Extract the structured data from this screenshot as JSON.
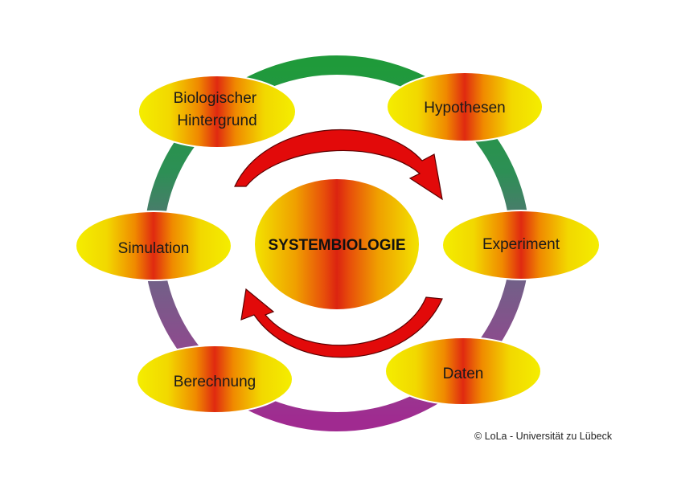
{
  "diagram": {
    "center": "SYSTEMBIOLOGIE",
    "nodes": [
      {
        "id": "biologischer-hintergrund",
        "lines": [
          "Biologischer",
          "Hintergrund"
        ]
      },
      {
        "id": "hypothesen",
        "lines": [
          "Hypothesen"
        ]
      },
      {
        "id": "experiment",
        "lines": [
          "Experiment"
        ]
      },
      {
        "id": "daten",
        "lines": [
          "Daten"
        ]
      },
      {
        "id": "berechnung",
        "lines": [
          "Berechnung"
        ]
      },
      {
        "id": "simulation",
        "lines": [
          "Simulation"
        ]
      }
    ],
    "copyright": {
      "symbol": "©",
      "text": "LoLa - Universität zu Lübeck"
    }
  },
  "colors": {
    "ring_green": "#1f9a3a",
    "ring_teal": "#3f7f78",
    "ring_purple": "#7a5a8c",
    "ring_magenta": "#a02a90",
    "ellipse_yellow": "#f2ea00",
    "ellipse_orange": "#f07a00",
    "ellipse_red": "#e02810",
    "arrow_red": "#e20a0a"
  }
}
